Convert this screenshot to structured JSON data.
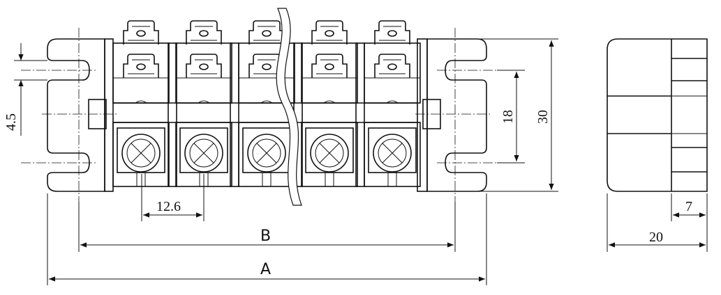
{
  "dimensions": {
    "slot_height": "4.5",
    "pitch": "12.6",
    "mount_spacing": "18",
    "height": "30",
    "side_depth_small": "7",
    "side_depth": "20",
    "length_b": "B",
    "length_a": "A"
  },
  "terminal_count": 5
}
